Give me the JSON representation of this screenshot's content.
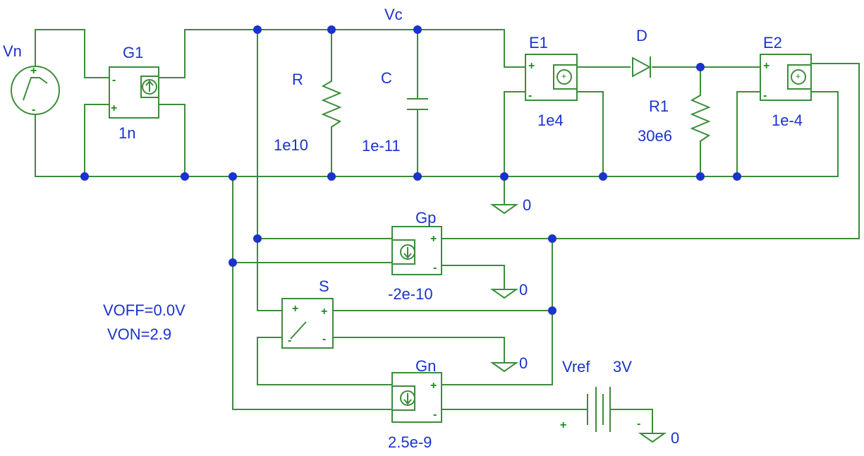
{
  "net_labels": {
    "vc": "Vc"
  },
  "components": {
    "vn": {
      "name": "Vn"
    },
    "g1": {
      "name": "G1",
      "value": "1n"
    },
    "r": {
      "name": "R",
      "value": "1e10"
    },
    "c": {
      "name": "C",
      "value": "1e-11"
    },
    "e1": {
      "name": "E1",
      "value": "1e4"
    },
    "d": {
      "name": "D"
    },
    "r1": {
      "name": "R1",
      "value": "30e6"
    },
    "e2": {
      "name": "E2",
      "value": "1e-4"
    },
    "gp": {
      "name": "Gp",
      "value": "-2e-10"
    },
    "s": {
      "name": "S",
      "params": [
        "VOFF=0.0V",
        "VON=2.9"
      ]
    },
    "gn": {
      "name": "Gn",
      "value": "2.5e-9"
    },
    "vref": {
      "name": "Vref",
      "value": "3V"
    }
  },
  "ground_label": "0",
  "pin_symbols": {
    "plus": "+",
    "minus": "-"
  }
}
